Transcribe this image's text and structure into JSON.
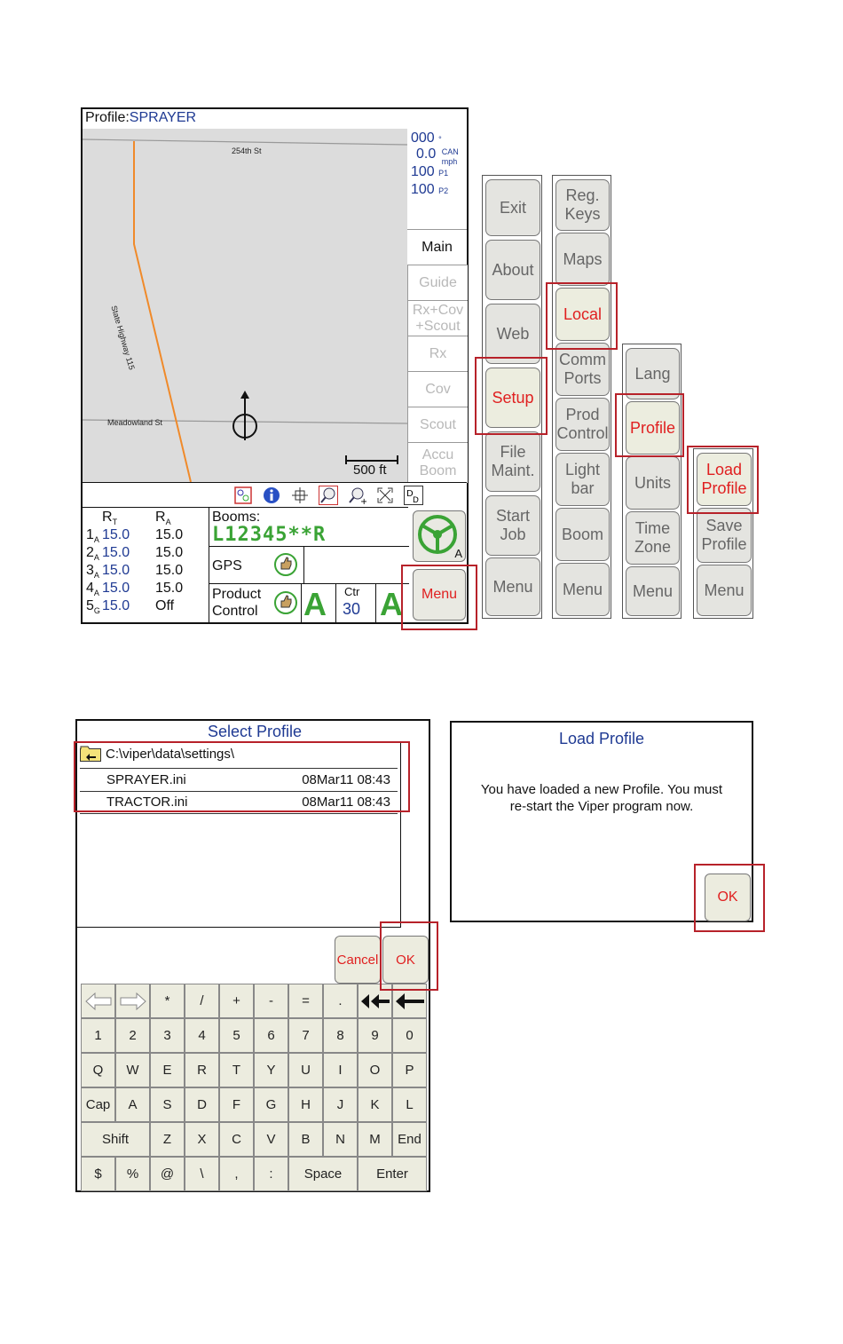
{
  "main_screen": {
    "profile_label": "Profile:",
    "profile_value": "SPRAYER",
    "map": {
      "road_top": "254th St",
      "road_diag": "State Highway 115",
      "road_bottom": "Meadowland St",
      "scale_label": "500 ft"
    },
    "readout": {
      "heading": "000",
      "heading_unit": "°",
      "speed": "0.0",
      "speed_src": "CAN",
      "speed_unit": "mph",
      "p1_value": "100",
      "p1_label": "P1",
      "p2_value": "100",
      "p2_label": "P2"
    },
    "side_tabs": [
      "Main",
      "Guide",
      "Rx+Cov +Scout",
      "Rx",
      "Cov",
      "Scout",
      "Accu Boom"
    ],
    "toolbar_icons": [
      "layer-icon",
      "info-icon",
      "pan-icon",
      "zoom-out-icon",
      "zoom-in-icon",
      "extent-icon",
      "dd-icon"
    ],
    "rates": {
      "header_target": "R",
      "header_target_sub": "T",
      "header_actual": "R",
      "header_actual_sub": "A",
      "rows": [
        {
          "num": "1",
          "sub": "A",
          "target": "15.0",
          "actual": "15.0"
        },
        {
          "num": "2",
          "sub": "A",
          "target": "15.0",
          "actual": "15.0"
        },
        {
          "num": "3",
          "sub": "A",
          "target": "15.0",
          "actual": "15.0"
        },
        {
          "num": "4",
          "sub": "A",
          "target": "15.0",
          "actual": "15.0"
        },
        {
          "num": "5",
          "sub": "G",
          "target": "15.0",
          "actual": "Off"
        }
      ]
    },
    "booms_label": "Booms:",
    "booms_value": "L12345**R",
    "gps_label": "GPS",
    "product_control_label": "Product Control",
    "mode_a": "A",
    "ctr_label": "Ctr",
    "ctr_value": "30",
    "mode_a2": "A",
    "steer_sub": "A",
    "menu_label": "Menu"
  },
  "menu_columns": [
    {
      "name": "col1",
      "buttons": [
        "Exit",
        "About",
        "Web",
        "Setup",
        "File Maint.",
        "Start Job",
        "Menu"
      ]
    },
    {
      "name": "col2",
      "buttons": [
        "Reg. Keys",
        "Maps",
        "Local",
        "Comm Ports",
        "Prod Control",
        "Light bar",
        "Boom",
        "Menu"
      ]
    },
    {
      "name": "col3",
      "buttons": [
        "Lang",
        "Profile",
        "Units",
        "Time Zone",
        "Menu"
      ]
    },
    {
      "name": "col4",
      "buttons": [
        "Load Profile",
        "Save Profile",
        "Menu"
      ]
    }
  ],
  "select_profile": {
    "title": "Select Profile",
    "path": "C:\\viper\\data\\settings\\",
    "files": [
      {
        "name": "SPRAYER.ini",
        "date": "08Mar11 08:43"
      },
      {
        "name": "TRACTOR.ini",
        "date": "08Mar11 08:43"
      }
    ],
    "cancel_label": "Cancel",
    "ok_label": "OK",
    "keyboard": {
      "row1": [
        "*",
        "/",
        "+",
        "-",
        "=",
        "."
      ],
      "row2": [
        "1",
        "2",
        "3",
        "4",
        "5",
        "6",
        "7",
        "8",
        "9",
        "0"
      ],
      "row3": [
        "Q",
        "W",
        "E",
        "R",
        "T",
        "Y",
        "U",
        "I",
        "O",
        "P"
      ],
      "row4": [
        "Cap",
        "A",
        "S",
        "D",
        "F",
        "G",
        "H",
        "J",
        "K",
        "L"
      ],
      "row5": [
        "Shift",
        "Z",
        "X",
        "C",
        "V",
        "B",
        "N",
        "M",
        "End"
      ],
      "row6": [
        "$",
        "%",
        "@",
        "\\",
        ",",
        ":",
        "Space",
        "Enter"
      ]
    }
  },
  "load_profile": {
    "title": "Load Profile",
    "message": "You have loaded a new Profile. You must re-start the Viper program now.",
    "ok_label": "OK"
  },
  "colors": {
    "accent_red": "#e02020",
    "highlight": "#b7222a",
    "text_blue": "#1f3a93",
    "boom_green": "#3aa335"
  }
}
